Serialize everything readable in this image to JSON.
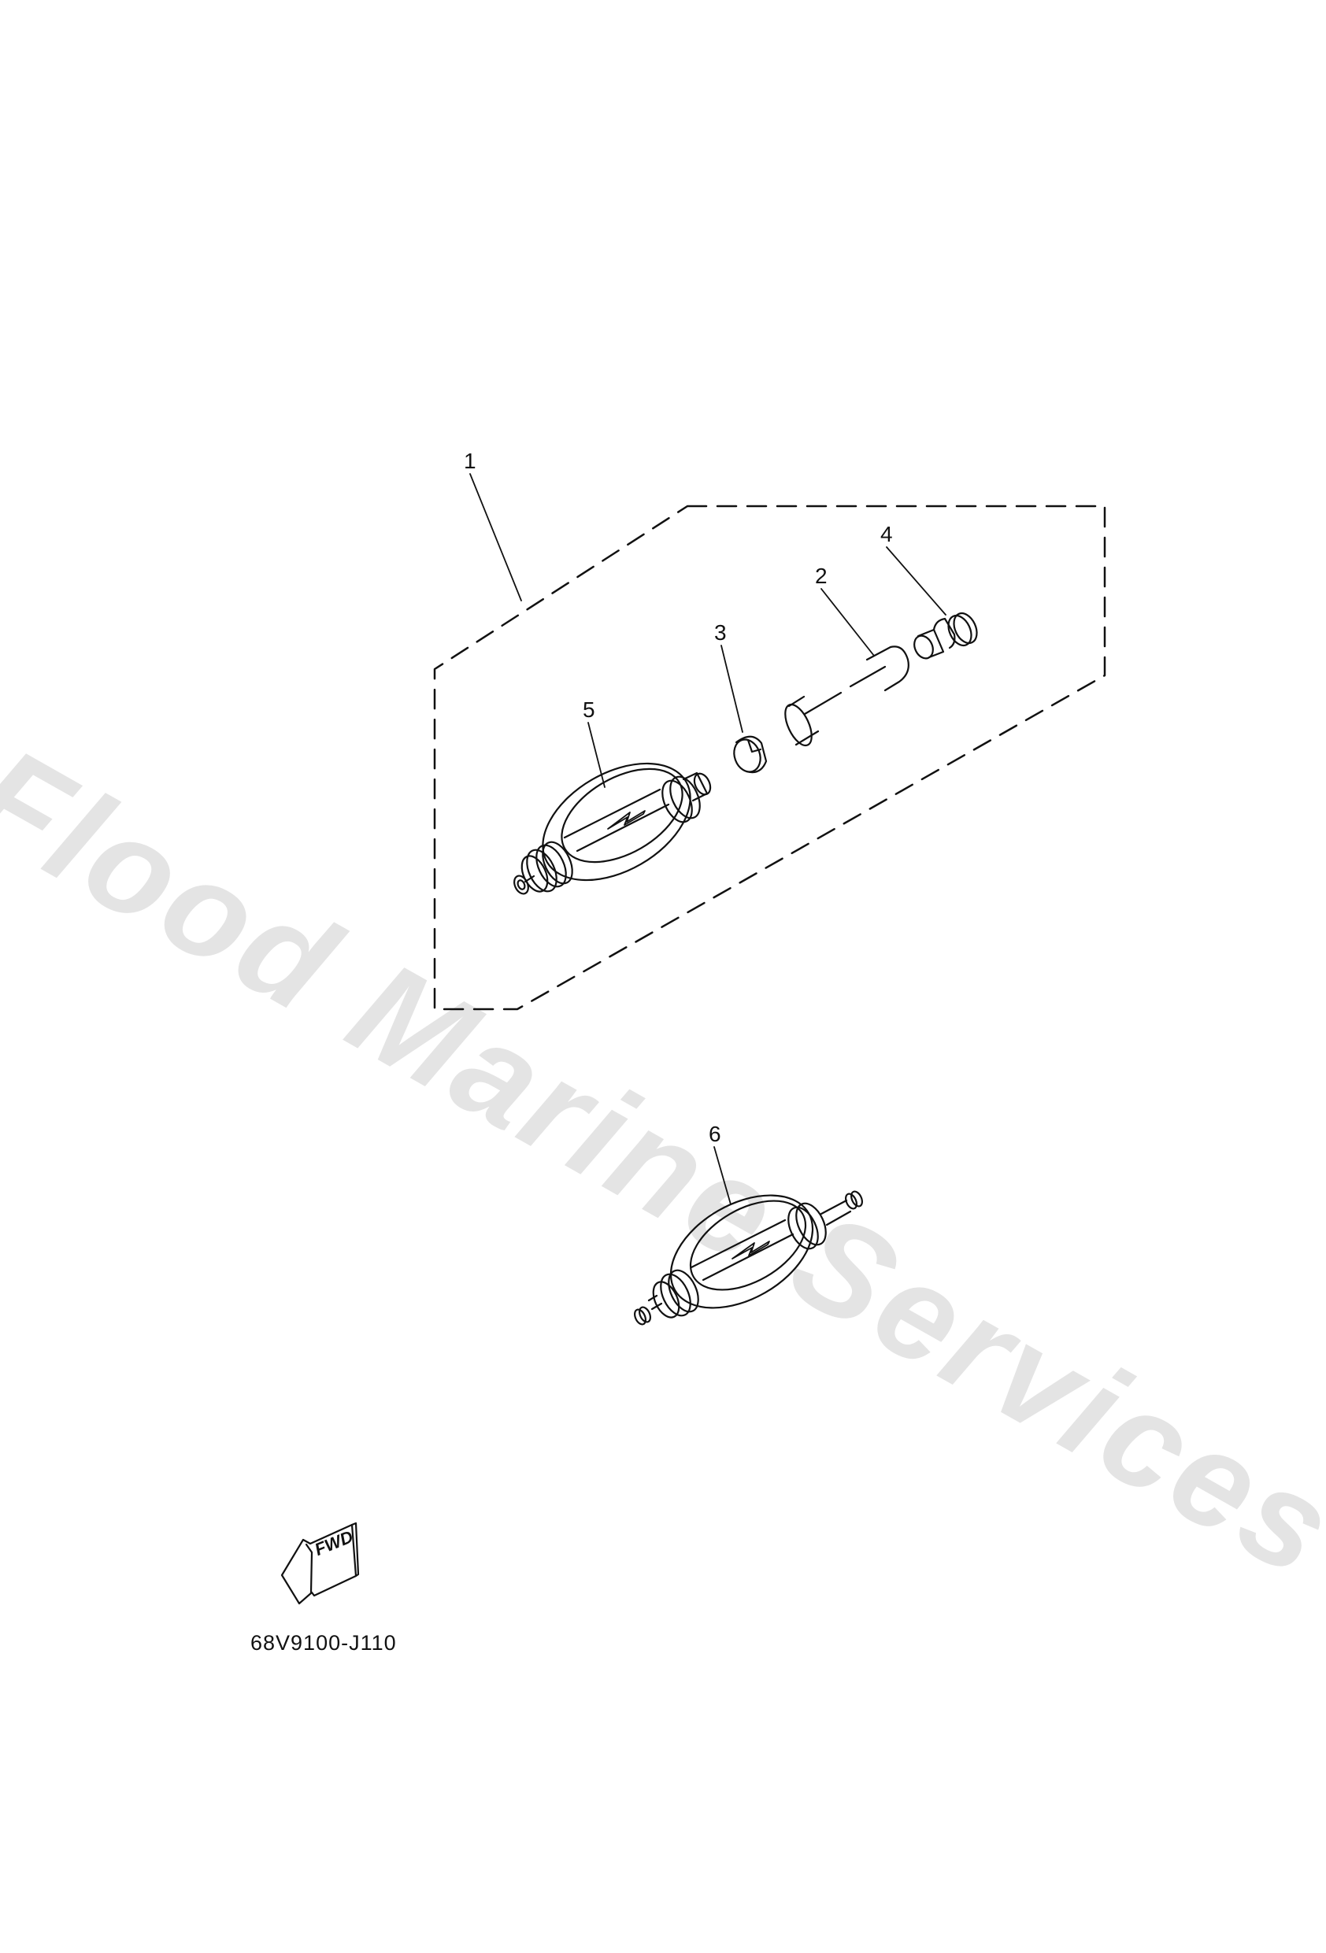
{
  "watermark": {
    "text": "Flood Marine Services",
    "color": "#e4e4e4"
  },
  "callouts": [
    {
      "label": "1",
      "part": "primer-pump-assy-kit"
    },
    {
      "label": "2",
      "part": "hose"
    },
    {
      "label": "3",
      "part": "clip"
    },
    {
      "label": "4",
      "part": "joint"
    },
    {
      "label": "5",
      "part": "primer-pump-bulb"
    },
    {
      "label": "6",
      "part": "primer-pump-bulb"
    }
  ],
  "direction_indicator": {
    "label": "FWD"
  },
  "diagram_code": "68V9100-J110",
  "colors": {
    "line": "#111111",
    "background": "#ffffff"
  }
}
